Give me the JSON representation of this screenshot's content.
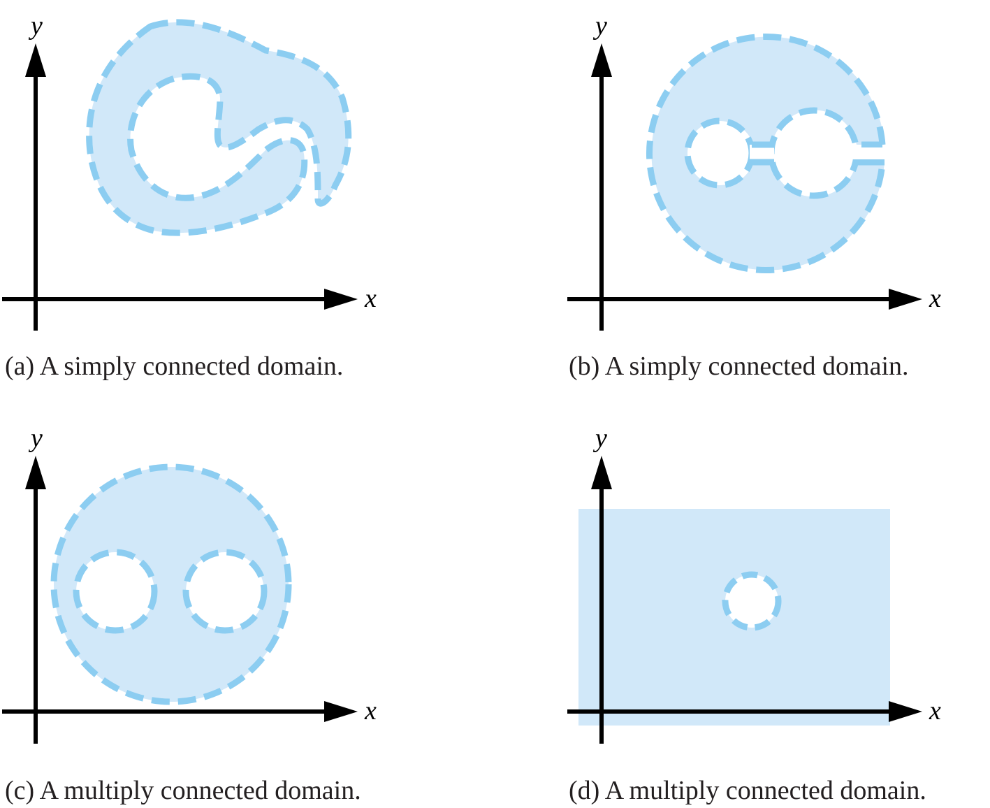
{
  "colors": {
    "fill": "#d1e8f9",
    "dash": "#8ccdf1",
    "axis": "#000000",
    "text": "#231f20"
  },
  "panels": [
    {
      "id": "a",
      "y_label": "y",
      "x_label": "x",
      "caption": "(a) A simply connected domain."
    },
    {
      "id": "b",
      "y_label": "y",
      "x_label": "x",
      "caption": "(b) A simply connected domain."
    },
    {
      "id": "c",
      "y_label": "y",
      "x_label": "x",
      "caption": "(c) A multiply connected domain."
    },
    {
      "id": "d",
      "y_label": "y",
      "x_label": "x",
      "caption": "(d) A multiply connected domain."
    }
  ]
}
